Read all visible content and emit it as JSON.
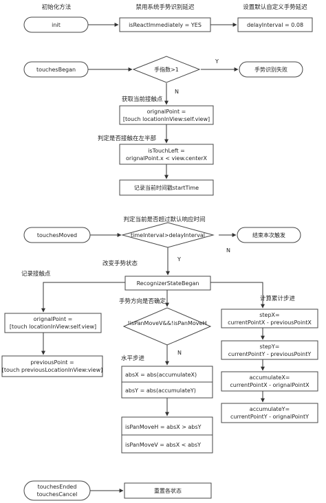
{
  "labels": {
    "init_method": "初始化方法",
    "disable_delay": "禁用系统手势识别延迟",
    "set_interval": "设置默认自定义手势延迟",
    "get_touch": "获取当前接触点",
    "judge_left": "判定是否接触在左半部",
    "judge_timeout": "判定当前是否超过默认响应时间",
    "change_state": "改变手势状态",
    "record_touch": "记录接触点",
    "dir_confirm": "手势方向是否确定",
    "horizontal": "水平步进",
    "calc_steps": "计算累计步进",
    "y1": "Y",
    "n1": "N",
    "y2": "Y",
    "n2": "N",
    "n3": "N"
  },
  "nodes": {
    "init": "init",
    "is_react": "isReactImmediately = YES",
    "delay_interval": "delayInterval = 0.08",
    "touches_began": "touchesBegan",
    "finger_count": "手指数>1",
    "gesture_fail": "手势识别失败",
    "orignal_point_1": [
      "orignalPoint =",
      "[touch locationInView:self.view]"
    ],
    "is_touch_left": [
      "isTouchLeft =",
      "orignalPoint.x < view.centerX"
    ],
    "record_start_time": "记录当前时间戳startTime",
    "touches_moved": "touchesMoved",
    "time_interval": "timeInterval>delayInterval",
    "end_trigger": "结束本次触发",
    "state_began": "RecognizerStateBegan",
    "orignal_point_2": [
      "orignalPoint =",
      "[touch locationInView:self.view]"
    ],
    "previous_point": [
      "previousPoint =",
      "[touch previousLocationInView:view]"
    ],
    "pan_move_check": [
      "!isPanMoveV&&!isPanMoveH",
      ""
    ],
    "abs_x": "absX = abs(accumulateX)",
    "abs_y": "absY = abs(accumulateY)",
    "is_pan_move_h": "isPanMoveH = absX > absY",
    "is_pan_move_v": "isPanMoveV = absX < absY",
    "step_x": [
      "stepX=",
      "currentPointX - previousPointX"
    ],
    "step_y": [
      "stepY=",
      "currentPointY - previousPointY"
    ],
    "accumulate_x": [
      "accumulateX=",
      "currentPointX - orignalPointX"
    ],
    "accumulate_y": [
      "accumulateY=",
      "currentPointY - orignalPointY"
    ],
    "touches_ended": [
      "touchesEnded",
      "touchesCancel"
    ],
    "reset_state": "重置各状态"
  }
}
